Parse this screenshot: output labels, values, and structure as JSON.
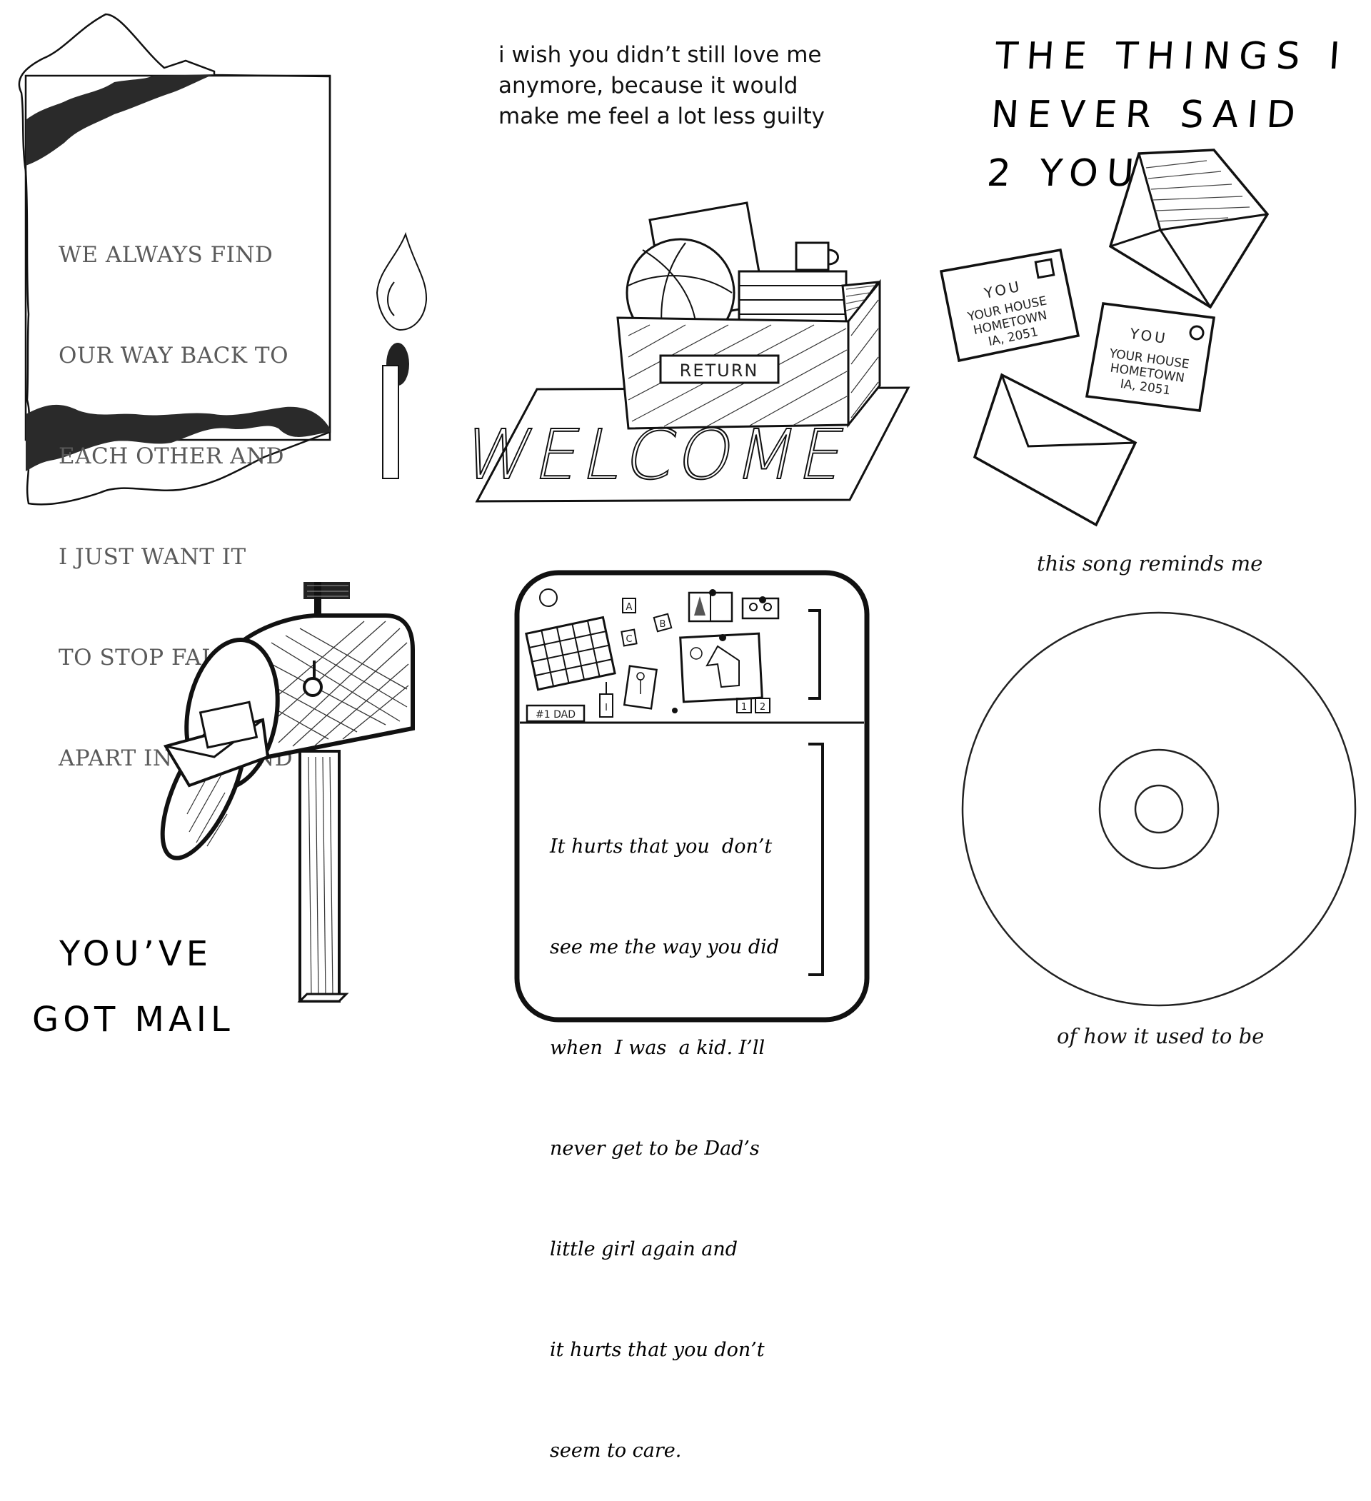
{
  "torn_note": {
    "lines": [
      "WE ALWAYS FIND",
      "OUR WAY BACK TO",
      "EACH OTHER AND",
      "I JUST WANT IT",
      "TO STOP FALLING",
      "APART IN THE END"
    ]
  },
  "top_quote": {
    "lines": [
      "i wish you didn’t still love me",
      "anymore, because it would",
      "make me feel a lot less guilty"
    ]
  },
  "things_title": {
    "lines": [
      "THE THINGS I",
      "NEVER SAID",
      "2 YOU"
    ]
  },
  "box": {
    "label": "RETURN",
    "mat_text": "WELCOME"
  },
  "letters": {
    "name_1": "YOU",
    "street_1": "YOUR HOUSE",
    "city_1": "HOMETOWN",
    "state_1": "IA, 2051",
    "name_2": "YOU",
    "street_2": "YOUR HOUSE",
    "city_2": "HOMETOWN",
    "state_2": "IA, 2051"
  },
  "mail": {
    "lines": [
      "YOU’VE",
      "GOT MAIL"
    ]
  },
  "board": {
    "tag_a": "A",
    "tag_b": "B",
    "tag_c": "C",
    "tag_dad": "#1 DAD",
    "tag_1": "1",
    "tag_2": "2",
    "tag_i": "I",
    "note_lines": [
      "It hurts that you  don’t",
      "see me the way you did",
      "when  I was  a kid. I’ll",
      "never get to be Dad’s",
      "little girl again and",
      "it hurts that you don’t",
      "seem to care."
    ]
  },
  "song": {
    "top": "this song reminds me",
    "bottom": "of how it used to be"
  }
}
